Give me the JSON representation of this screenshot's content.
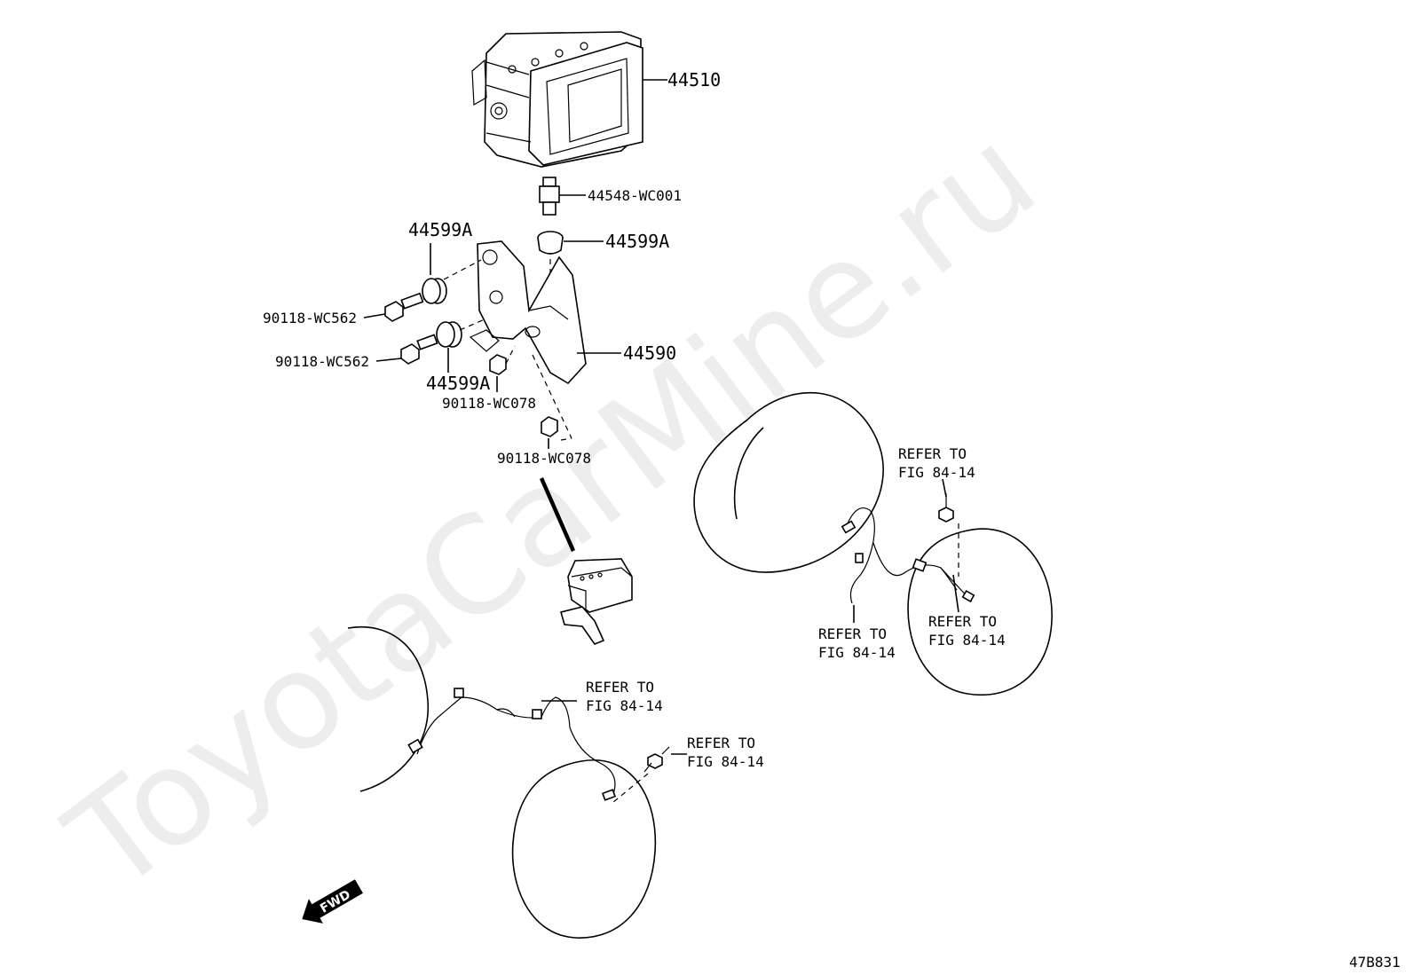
{
  "watermark": "ToyotaCarMine.ru",
  "parts": {
    "p44510": "44510",
    "p44548": "44548-WC001",
    "p44599a_top_left": "44599A",
    "p44599a_top_right": "44599A",
    "p44599a_lower": "44599A",
    "p90118_wc562_a": "90118-WC562",
    "p90118_wc562_b": "90118-WC562",
    "p44590": "44590",
    "p90118_wc078_a": "90118-WC078",
    "p90118_wc078_b": "90118-WC078"
  },
  "refs": {
    "ref1_line1": "REFER TO",
    "ref1_line2": "FIG 84-14",
    "ref2_line1": "REFER TO",
    "ref2_line2": "FIG 84-14",
    "ref3_line1": "REFER TO",
    "ref3_line2": "FIG 84-14",
    "ref4_line1": "REFER TO",
    "ref4_line2": "FIG 84-14",
    "ref5_line1": "REFER TO",
    "ref5_line2": "FIG 84-14"
  },
  "fwd_label": "FWD",
  "figure_code": "47B831"
}
